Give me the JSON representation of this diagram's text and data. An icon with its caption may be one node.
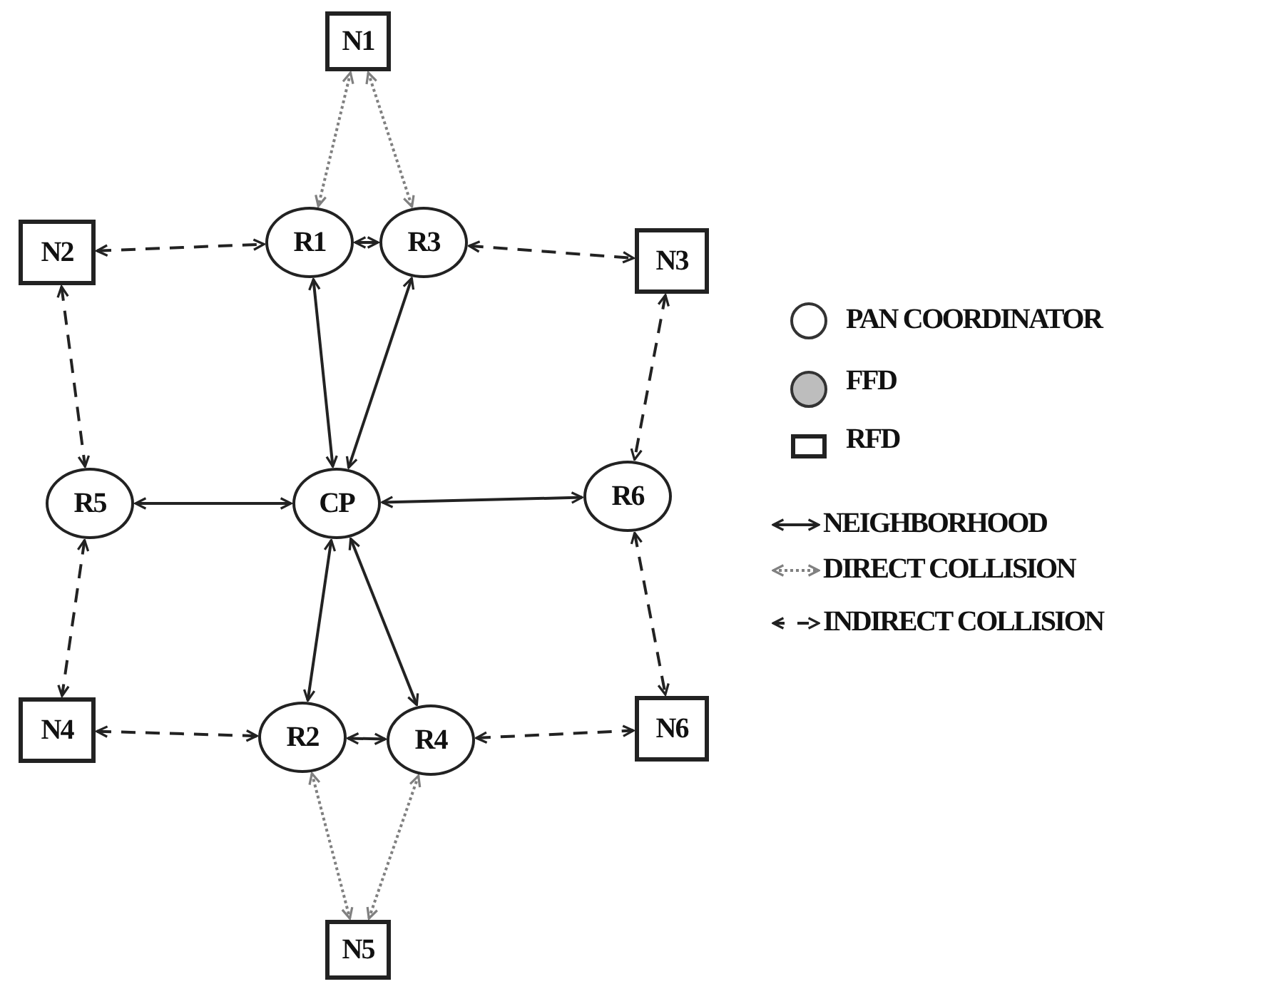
{
  "diagram": {
    "nodes": [
      {
        "text": [
          "N1"
        ]
      },
      {
        "text": [
          "N2"
        ]
      },
      {
        "text": [
          "R1"
        ]
      },
      {
        "text": [
          "R3"
        ]
      },
      {
        "text": [
          "N3"
        ]
      },
      {
        "text": [
          "R5"
        ]
      },
      {
        "text": [
          "CP"
        ]
      },
      {
        "text": [
          "R6"
        ]
      },
      {
        "text": [
          "N4"
        ]
      },
      {
        "text": [
          "R2"
        ]
      },
      {
        "text": [
          "R4"
        ]
      },
      {
        "text": [
          "N6"
        ]
      },
      {
        "text": [
          "N5"
        ]
      }
    ],
    "edges": [
      {
        "from": 0,
        "to": 2,
        "arrow": "both",
        "style": "dashed",
        "color": "#808080"
      },
      {
        "from": 0,
        "to": 3,
        "arrow": "both",
        "style": "dashed",
        "color": "#808080"
      },
      {
        "from": 1,
        "to": 2,
        "arrow": "both",
        "style": "dashed"
      },
      {
        "from": 2,
        "to": 3,
        "arrow": "both"
      },
      {
        "from": 3,
        "to": 4,
        "arrow": "both",
        "style": "dashed"
      },
      {
        "from": 1,
        "to": 5,
        "arrow": "both",
        "style": "dashed"
      },
      {
        "from": 2,
        "to": 6,
        "arrow": "both"
      },
      {
        "from": 3,
        "to": 6,
        "arrow": "both"
      },
      {
        "from": 4,
        "to": 7,
        "arrow": "both",
        "style": "dashed"
      },
      {
        "from": 5,
        "to": 6,
        "arrow": "both"
      },
      {
        "from": 6,
        "to": 7,
        "arrow": "both"
      },
      {
        "from": 5,
        "to": 8,
        "arrow": "both",
        "style": "dashed"
      },
      {
        "from": 6,
        "to": 9,
        "arrow": "both"
      },
      {
        "from": 6,
        "to": 10,
        "arrow": "both"
      },
      {
        "from": 7,
        "to": 11,
        "arrow": "both",
        "style": "dashed"
      },
      {
        "from": 9,
        "to": 10,
        "arrow": "both"
      },
      {
        "from": 8,
        "to": 9,
        "arrow": "both",
        "style": "dashed"
      },
      {
        "from": 10,
        "to": 11,
        "arrow": "both",
        "style": "dashed"
      },
      {
        "from": 9,
        "to": 12,
        "arrow": "both",
        "style": "dashed",
        "color": "#808080"
      },
      {
        "from": 10,
        "to": 12,
        "arrow": "both",
        "style": "dashed",
        "color": "#808080"
      }
    ],
    "legend": [
      {
        "text": "PAN COORDINATOR"
      },
      {
        "text": "FFD"
      },
      {
        "text": "RFD"
      },
      {
        "text": "NEIGHBORHOOD"
      },
      {
        "text": "DIRECT COLLISION"
      },
      {
        "text": "INDIRECT COLLISION"
      }
    ]
  }
}
